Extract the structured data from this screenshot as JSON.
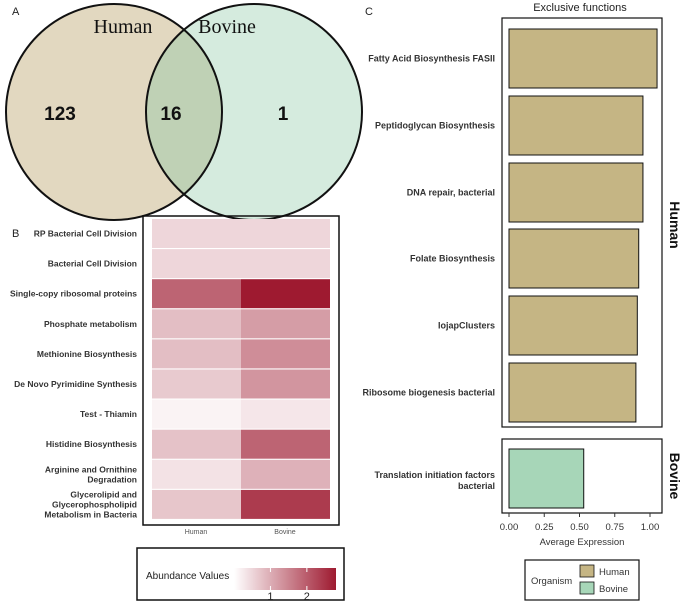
{
  "chart_data": [
    {
      "panel": "A",
      "type": "venn",
      "sets": [
        "Human",
        "Bovine"
      ],
      "only_first": 123,
      "intersection": 16,
      "only_second": 1,
      "colors": {
        "Human": "#e2d8c0",
        "Bovine": "#d5ebde",
        "overlap": "#bfd1b5"
      }
    },
    {
      "panel": "B",
      "type": "heatmap",
      "rows": [
        "RP Bacterial Cell Division",
        "Bacterial Cell Division",
        "Single-copy ribosomal proteins",
        "Phosphate metabolism",
        "Methionine Biosynthesis",
        "De Novo Pyrimidine Synthesis",
        "Test - Thiamin",
        "Histidine Biosynthesis",
        "Arginine and Ornithine Degradation",
        "Glycerolipid and Glycerophospholipid Metabolism in Bacteria"
      ],
      "columns": [
        "Human",
        "Bovine"
      ],
      "values": [
        [
          0.5,
          0.5
        ],
        [
          0.5,
          0.5
        ],
        [
          1.9,
          2.8
        ],
        [
          0.8,
          1.2
        ],
        [
          0.8,
          1.4
        ],
        [
          0.65,
          1.3
        ],
        [
          0.15,
          0.3
        ],
        [
          0.75,
          1.9
        ],
        [
          0.35,
          0.95
        ],
        [
          0.7,
          2.4
        ]
      ],
      "legend_title": "Abundance Values",
      "legend_ticks": [
        1,
        2
      ],
      "value_range": [
        0,
        2.8
      ],
      "color_low": "#ffffff",
      "color_high": "#9e1a30"
    },
    {
      "panel": "C",
      "type": "bar",
      "orientation": "horizontal",
      "title": "Exclusive functions",
      "xlabel": "Average Expression",
      "xlim": [
        0,
        1.05
      ],
      "xticks": [
        "0.00",
        "0.25",
        "0.50",
        "0.75",
        "1.00"
      ],
      "groups": [
        {
          "name": "Human",
          "categories": [
            "Fatty Acid Biosynthesis FASII",
            "Peptidoglycan Biosynthesis",
            "DNA repair, bacterial",
            "Folate Biosynthesis",
            "IojapClusters",
            "Ribosome biogenesis bacterial"
          ],
          "values": [
            1.05,
            0.95,
            0.95,
            0.92,
            0.91,
            0.9
          ]
        },
        {
          "name": "Bovine",
          "categories": [
            "Translation initiation factors bacterial"
          ],
          "values": [
            0.53
          ]
        }
      ],
      "legend": {
        "title": "Organism",
        "entries": [
          "Human",
          "Bovine"
        ]
      },
      "colors": {
        "Human": "#c5b584",
        "Bovine": "#a7d6b8"
      }
    }
  ],
  "labels": {
    "a": "A",
    "b": "B",
    "c": "C"
  }
}
